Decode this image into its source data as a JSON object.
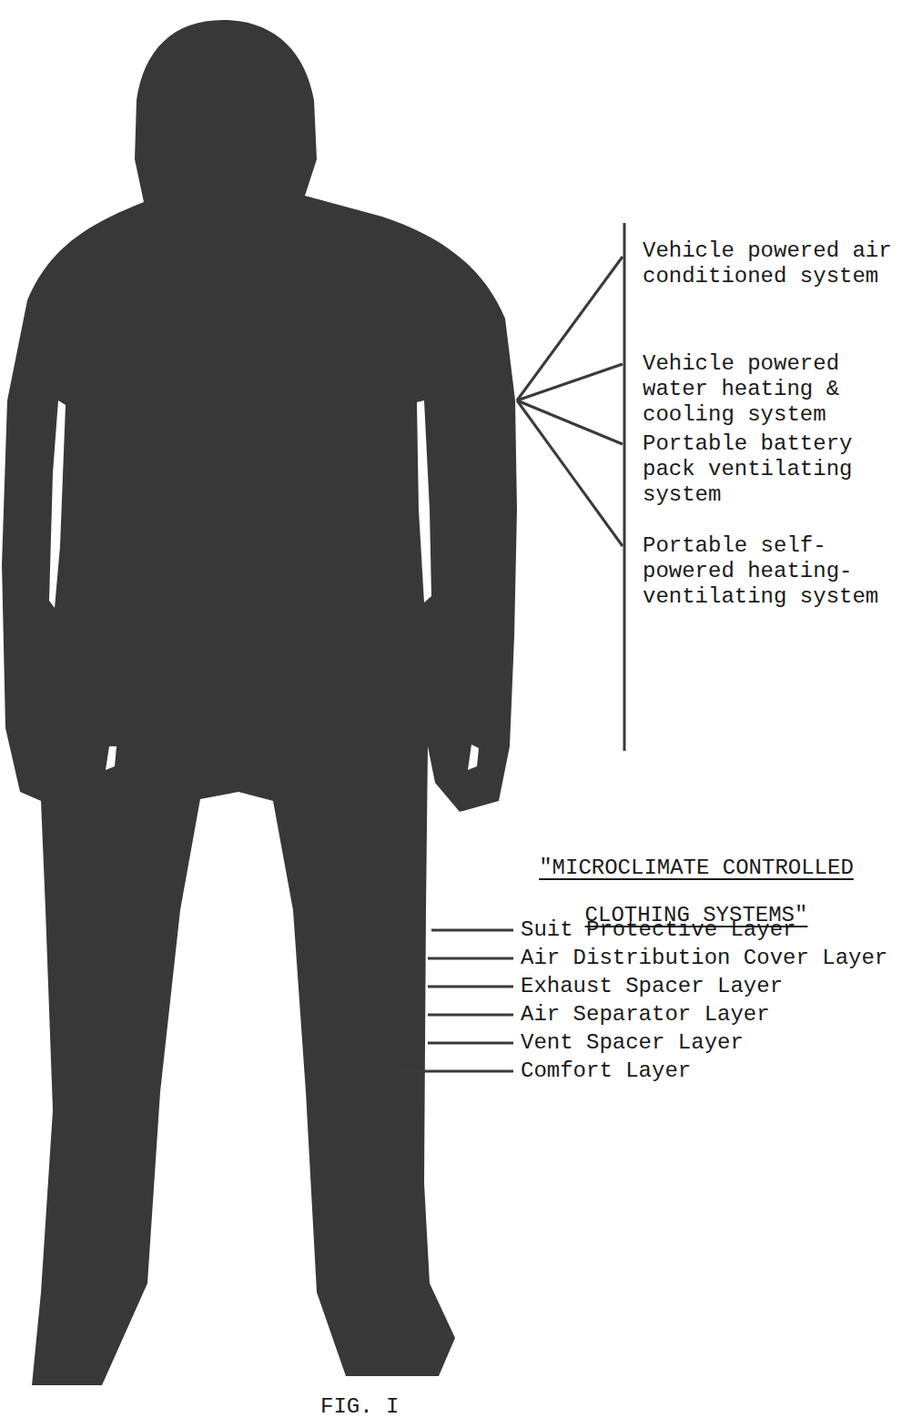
{
  "diagram": {
    "title": "\"MICROCLIMATE CONTROLLED CLOTHING SYSTEMS\"",
    "caption": "FIG. I",
    "labels": [
      "Vehicle powered air conditioned system",
      "Vehicle powered water heating & cooling system",
      "Portable battery pack ventilating system",
      "Portable self-powered heating-ventilating system",
      "Suit Protective Layer",
      "Air Distribution Cover Layer",
      "Exhaust Spacer Layer",
      "Air Separator Layer",
      "Vent Spacer Layer",
      "Comfort Layer"
    ]
  }
}
